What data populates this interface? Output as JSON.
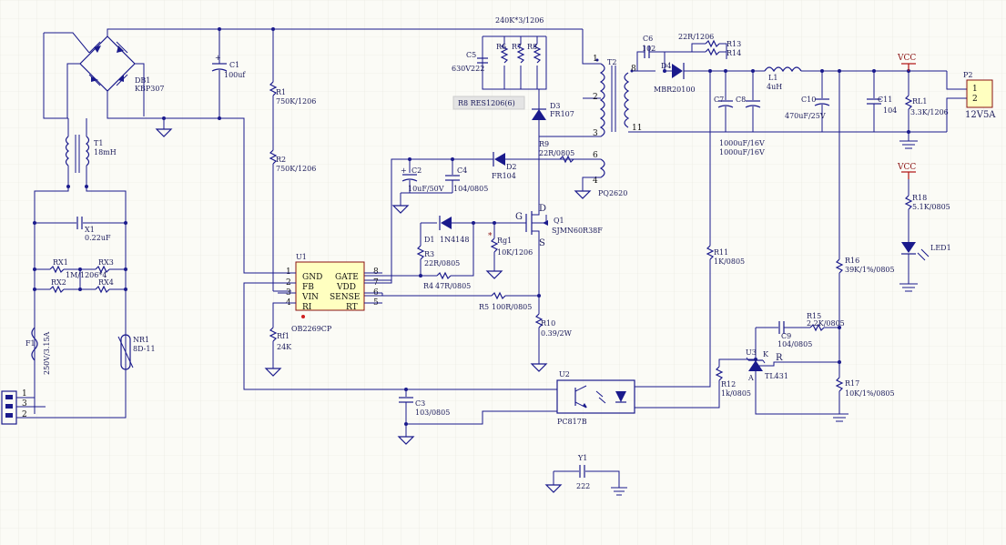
{
  "labels": {
    "db1": "DB1",
    "db1_val": "KBP307",
    "c1": "C1",
    "c1_val": "100uf",
    "r1": "R1",
    "r1_val": "750K/1206",
    "r2": "R2",
    "r2_val": "750K/1206",
    "t1": "T1",
    "t1_val": "18mH",
    "x1": "X1",
    "x1_val": "0.22uF",
    "rx1": "RX1",
    "rx3": "RX3",
    "rx_val": "1M/1206*4",
    "rx2": "RX2",
    "rx4": "RX4",
    "f1": "F1",
    "f1_val": "250V/3.15A",
    "nr1": "NR1",
    "nr1_val": "8D-11",
    "conn_pin1": "1",
    "conn_pin3": "3",
    "conn_pin2": "2",
    "r678_val": "240K*3/1206",
    "c5": "C5",
    "c5_val": "630V222",
    "r6": "R6",
    "r7": "R7",
    "r8": "R8",
    "d3": "D3",
    "d3_val": "FR107",
    "t2": "T2",
    "t2_val": "PQ2620",
    "t2_p1": "1",
    "t2_p2": "2",
    "t2_p3": "3",
    "t2_p4": "4",
    "t2_p6": "6",
    "t2_p8": "8",
    "t2_p11": "11",
    "r9": "R9",
    "r9_val": "22R/0805",
    "d2": "D2",
    "d2_val": "FR104",
    "c2": "C2",
    "c2_val": "10uF/50V",
    "c4": "C4",
    "c4_val": "104/0805",
    "d1": "D1",
    "d1_val": "1N4148",
    "q1": "Q1",
    "q1_val": "SJMN60R38F",
    "q1_g": "G",
    "q1_d": "D",
    "q1_s": "S",
    "rg1": "Rg1",
    "rg1_val": "10K/1206",
    "r3": "R3",
    "r3_val": "22R/0805",
    "r4": "R4",
    "r4_val": "47R/0805",
    "r5": "R5",
    "r5_val": "100R/0805",
    "r10": "R10",
    "r10_val": "0.39/2W",
    "u1": "U1",
    "u1_val": "OB2269CP",
    "u1_pins": [
      {
        "num": "1",
        "name": "GND"
      },
      {
        "num": "2",
        "name": "FB"
      },
      {
        "num": "3",
        "name": "VIN"
      },
      {
        "num": "4",
        "name": "RI"
      },
      {
        "num": "8",
        "name": "GATE"
      },
      {
        "num": "7",
        "name": "VDD"
      },
      {
        "num": "6",
        "name": "SENSE"
      },
      {
        "num": "5",
        "name": "RT"
      }
    ],
    "rf1": "Rf1",
    "rf1_val": "24K",
    "c3": "C3",
    "c3_val": "103/0805",
    "u2": "U2",
    "u2_val": "PC817B",
    "y1": "Y1",
    "y1_val": "222",
    "c6": "C6",
    "c6_val": "102",
    "r13_val": "22R/1206",
    "r13": "R13",
    "r14": "R14",
    "d4": "D4",
    "d4_val": "MBR20100",
    "c7": "C7",
    "c8": "C8",
    "c78_val1": "1000uF/16V",
    "c78_val2": "1000uF/16V",
    "l1": "L1",
    "l1_val": "4uH",
    "c10": "C10",
    "c10_val": "470uF/25V",
    "c11": "C11",
    "c11_val": "104",
    "rl1": "RL1",
    "rl1_val": "3.3K/1206",
    "vcc1": "VCC",
    "vcc2": "VCC",
    "p2": "P2",
    "p2_val": "12V5A",
    "p2_p1": "1",
    "p2_p2": "2",
    "r18": "R18",
    "r18_val": "5.1K/0805",
    "led1": "LED1",
    "r11": "R11",
    "r11_val": "1K/0805",
    "r12": "R12",
    "r12_val": "1k/0805",
    "r16": "R16",
    "r16_val": "39K/1%/0805",
    "r15": "R15",
    "r15_val": "2.2K/0805",
    "c9": "C9",
    "c9_val": "104/0805",
    "u3": "U3",
    "u3_val": "TL431",
    "u3_k": "K",
    "u3_a": "A",
    "u3_r": "R",
    "r17": "R17",
    "r17_val": "10K/1%/0805",
    "tooltip": "R8  RES1206(6)"
  },
  "colors": {
    "wire": "#1a1a8c",
    "red": "#b01010",
    "ic_fill": "#ffffc0",
    "background": "#fbfbf6"
  }
}
